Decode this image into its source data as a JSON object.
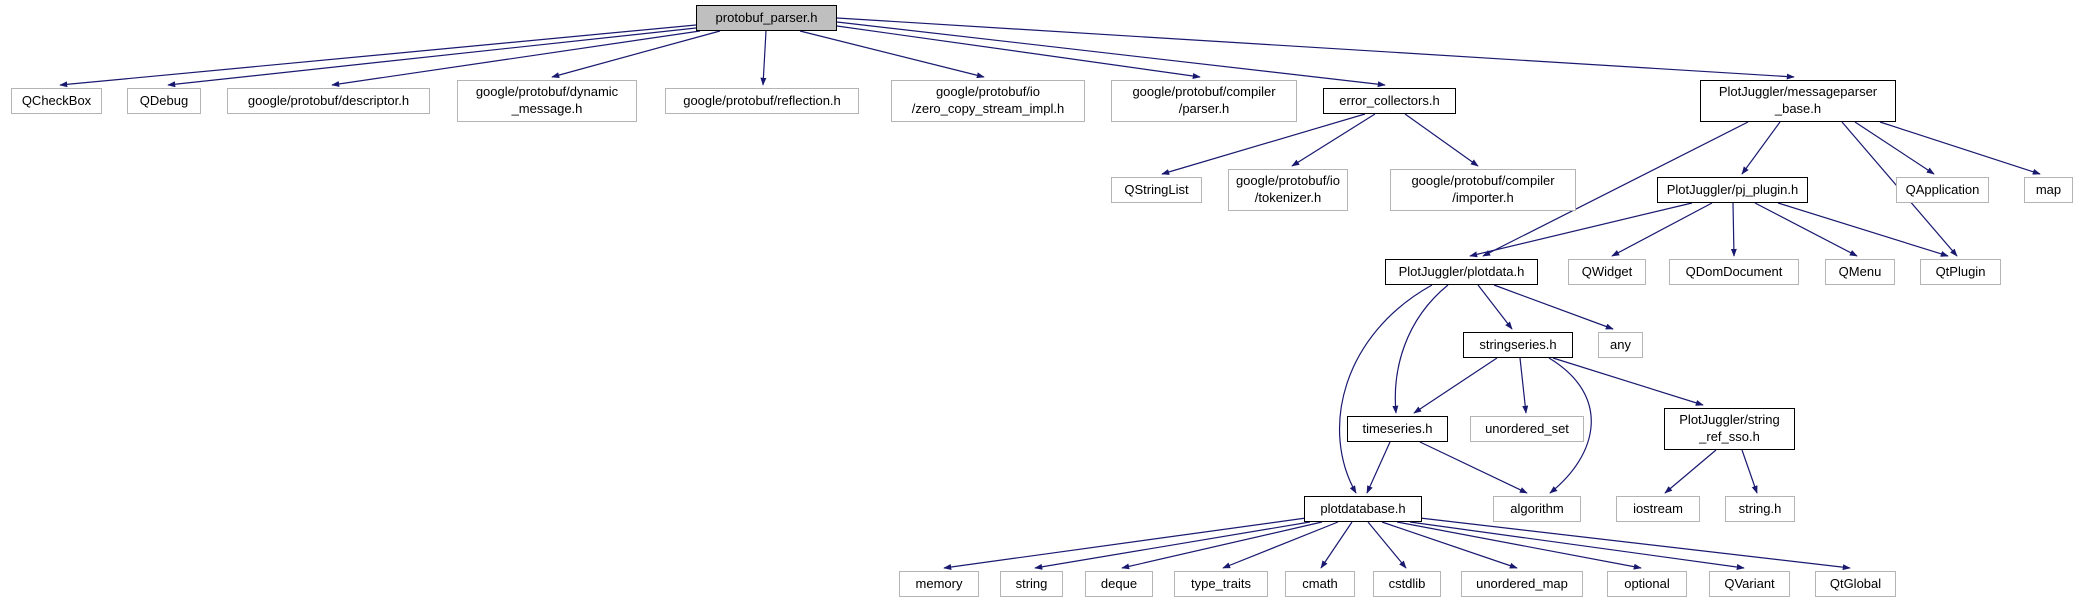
{
  "colors": {
    "edge": "#191970",
    "root_fill": "#bfbfbf",
    "linked_border": "#000000",
    "plain_border": "#b4b4b4"
  },
  "nodes": {
    "root": "protobuf_parser.h",
    "qcheckbox": "QCheckBox",
    "qdebug": "QDebug",
    "descriptor": "google/protobuf/descriptor.h",
    "dynamic_message": "google/protobuf/dynamic\n_message.h",
    "reflection": "google/protobuf/reflection.h",
    "zero_copy_stream_impl": "google/protobuf/io\n/zero_copy_stream_impl.h",
    "compiler_parser": "google/protobuf/compiler\n/parser.h",
    "error_collectors": "error_collectors.h",
    "messageparser_base": "PlotJuggler/messageparser\n_base.h",
    "qstringlist": "QStringList",
    "tokenizer": "google/protobuf/io\n/tokenizer.h",
    "importer": "google/protobuf/compiler\n/importer.h",
    "pj_plugin": "PlotJuggler/pj_plugin.h",
    "qapplication": "QApplication",
    "map": "map",
    "plotdata": "PlotJuggler/plotdata.h",
    "qwidget": "QWidget",
    "qdomdocument": "QDomDocument",
    "qmenu": "QMenu",
    "qtplugin": "QtPlugin",
    "stringseries": "stringseries.h",
    "any": "any",
    "timeseries": "timeseries.h",
    "unordered_set": "unordered_set",
    "string_ref_sso": "PlotJuggler/string\n_ref_sso.h",
    "plotdatabase": "plotdatabase.h",
    "algorithm": "algorithm",
    "iostream": "iostream",
    "string_h": "string.h",
    "memory": "memory",
    "string": "string",
    "deque": "deque",
    "type_traits": "type_traits",
    "cmath": "cmath",
    "cstdlib": "cstdlib",
    "unordered_map": "unordered_map",
    "optional": "optional",
    "qvariant": "QVariant",
    "qtglobal": "QtGlobal"
  },
  "edges": [
    {
      "from": "root",
      "to": "qcheckbox"
    },
    {
      "from": "root",
      "to": "qdebug"
    },
    {
      "from": "root",
      "to": "descriptor"
    },
    {
      "from": "root",
      "to": "dynamic_message"
    },
    {
      "from": "root",
      "to": "reflection"
    },
    {
      "from": "root",
      "to": "zero_copy_stream_impl"
    },
    {
      "from": "root",
      "to": "compiler_parser"
    },
    {
      "from": "root",
      "to": "error_collectors"
    },
    {
      "from": "root",
      "to": "messageparser_base"
    },
    {
      "from": "error_collectors",
      "to": "qstringlist"
    },
    {
      "from": "error_collectors",
      "to": "tokenizer"
    },
    {
      "from": "error_collectors",
      "to": "importer"
    },
    {
      "from": "messageparser_base",
      "to": "pj_plugin"
    },
    {
      "from": "messageparser_base",
      "to": "qapplication"
    },
    {
      "from": "messageparser_base",
      "to": "map"
    },
    {
      "from": "messageparser_base",
      "to": "plotdata"
    },
    {
      "from": "messageparser_base",
      "to": "qtplugin"
    },
    {
      "from": "pj_plugin",
      "to": "plotdata"
    },
    {
      "from": "pj_plugin",
      "to": "qwidget"
    },
    {
      "from": "pj_plugin",
      "to": "qdomdocument"
    },
    {
      "from": "pj_plugin",
      "to": "qmenu"
    },
    {
      "from": "pj_plugin",
      "to": "qtplugin"
    },
    {
      "from": "plotdata",
      "to": "stringseries"
    },
    {
      "from": "plotdata",
      "to": "any"
    },
    {
      "from": "plotdata",
      "to": "timeseries"
    },
    {
      "from": "plotdata",
      "to": "plotdatabase"
    },
    {
      "from": "stringseries",
      "to": "timeseries"
    },
    {
      "from": "stringseries",
      "to": "unordered_set"
    },
    {
      "from": "stringseries",
      "to": "string_ref_sso"
    },
    {
      "from": "stringseries",
      "to": "algorithm"
    },
    {
      "from": "timeseries",
      "to": "plotdatabase"
    },
    {
      "from": "timeseries",
      "to": "algorithm"
    },
    {
      "from": "string_ref_sso",
      "to": "iostream"
    },
    {
      "from": "string_ref_sso",
      "to": "string_h"
    },
    {
      "from": "plotdatabase",
      "to": "memory"
    },
    {
      "from": "plotdatabase",
      "to": "string"
    },
    {
      "from": "plotdatabase",
      "to": "deque"
    },
    {
      "from": "plotdatabase",
      "to": "type_traits"
    },
    {
      "from": "plotdatabase",
      "to": "cmath"
    },
    {
      "from": "plotdatabase",
      "to": "cstdlib"
    },
    {
      "from": "plotdatabase",
      "to": "unordered_map"
    },
    {
      "from": "plotdatabase",
      "to": "optional"
    },
    {
      "from": "plotdatabase",
      "to": "qvariant"
    },
    {
      "from": "plotdatabase",
      "to": "qtglobal"
    }
  ]
}
